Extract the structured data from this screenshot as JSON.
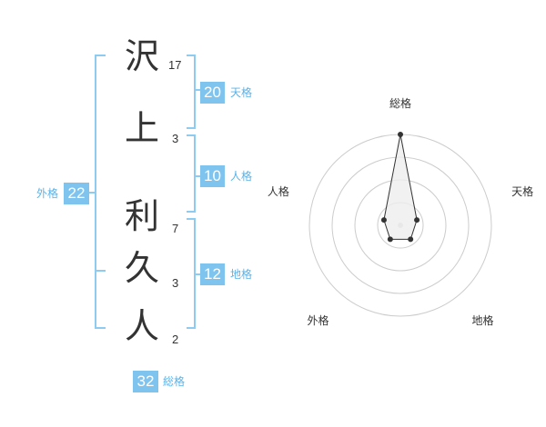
{
  "name": {
    "chars": [
      {
        "char": "沢",
        "strokes": "17"
      },
      {
        "char": "上",
        "strokes": "3"
      },
      {
        "char": "利",
        "strokes": "7"
      },
      {
        "char": "久",
        "strokes": "3"
      },
      {
        "char": "人",
        "strokes": "2"
      }
    ]
  },
  "kakusu": {
    "tenkaku": {
      "label": "天格",
      "value": "20"
    },
    "jinkaku": {
      "label": "人格",
      "value": "10"
    },
    "chikaku": {
      "label": "地格",
      "value": "12"
    },
    "gaikaku": {
      "label": "外格",
      "value": "22"
    },
    "soukaku": {
      "label": "総格",
      "value": "32"
    }
  },
  "chart_data": {
    "type": "radar",
    "axes": [
      "総格",
      "天格",
      "地格",
      "外格",
      "人格"
    ],
    "values": [
      4,
      1,
      1,
      1,
      1
    ],
    "max": 4,
    "rings": 4,
    "colors": {
      "rings": "#cccccc",
      "fill": "#eeeeee",
      "line": "#333333",
      "point": "#333333",
      "center": "#d0d0d0"
    }
  }
}
